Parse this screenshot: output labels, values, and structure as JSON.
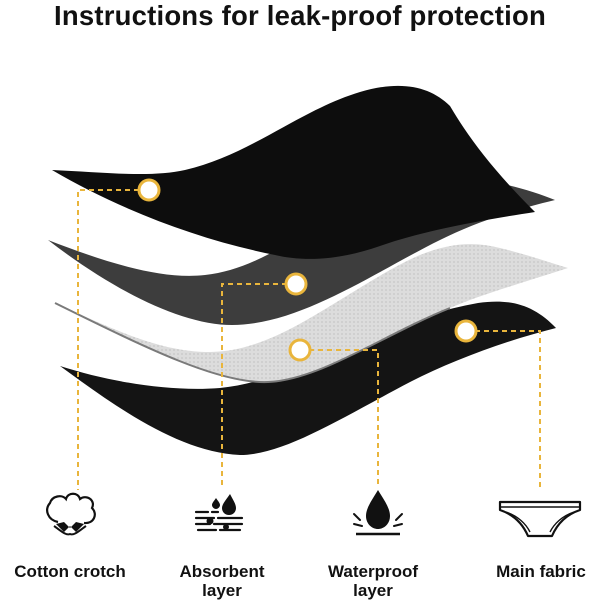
{
  "title": "Instructions for leak-proof  protection",
  "colors": {
    "accent": "#e9b53c",
    "layer_dark": "#141414",
    "layer_mid": "#3c3c3c",
    "layer_light": "#d4d4d4"
  },
  "layers": [
    {
      "id": "cotton-crotch",
      "label": "Cotton crotch",
      "icon": "cotton-flower-icon"
    },
    {
      "id": "absorbent-layer",
      "label": "Absorbent layer",
      "icon": "absorbing-drops-icon"
    },
    {
      "id": "waterproof-layer",
      "label": "Waterproof layer",
      "icon": "water-drop-icon"
    },
    {
      "id": "main-fabric",
      "label": "Main fabric",
      "icon": "panties-icon"
    }
  ]
}
